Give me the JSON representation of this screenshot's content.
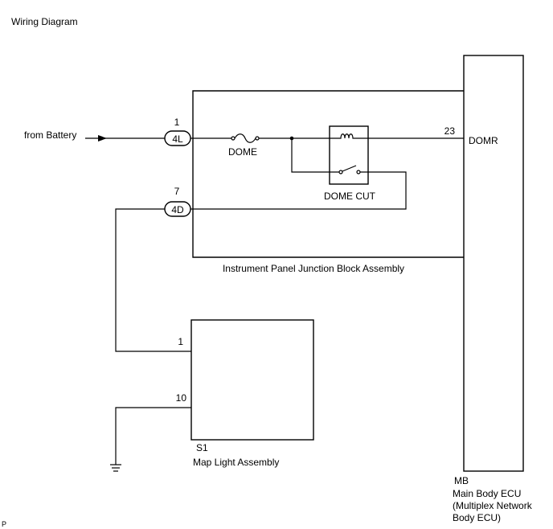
{
  "title": "Wiring Diagram",
  "source_label": "from Battery",
  "page_marker": "P",
  "connectors": {
    "c4L": {
      "name": "4L",
      "pin": "1"
    },
    "c4D": {
      "name": "4D",
      "pin": "7"
    }
  },
  "junction_block": {
    "label": "Instrument Panel Junction Block Assembly",
    "fuse_label": "DOME",
    "relay_label": "DOME CUT"
  },
  "ecu": {
    "pin": "23",
    "terminal": "DOMR",
    "code": "MB",
    "name": "Main Body ECU",
    "desc_line1": "(Multiplex Network",
    "desc_line2": "Body ECU)"
  },
  "map_light": {
    "code": "S1",
    "name": "Map Light Assembly",
    "pin_top": "1",
    "pin_bottom": "10"
  }
}
